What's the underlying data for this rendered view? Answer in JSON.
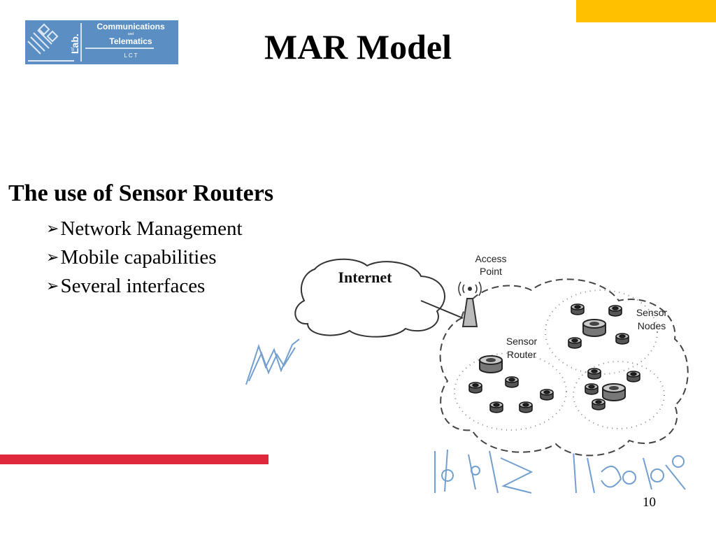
{
  "slide": {
    "title": "MAR Model",
    "heading": "The use of Sensor Routers",
    "bullets": [
      "Network Management",
      "Mobile capabilities",
      "Several interfaces"
    ],
    "bullet_marker": "arrow-bullet-icon",
    "number": "10"
  },
  "logo": {
    "line1": "Communications",
    "line2": "and",
    "line3": "Telematics",
    "line4": "L C T",
    "vertical_word": "Lab.",
    "vertical_small": "of"
  },
  "diagram": {
    "internet_label": "Internet",
    "access_point_line1": "Access",
    "access_point_line2": "Point",
    "sensor_router_line1": "Sensor",
    "sensor_router_line2": "Router",
    "sensor_nodes_line1": "Sensor",
    "sensor_nodes_line2": "Nodes"
  },
  "colors": {
    "corner_accent": "#ffc000",
    "divider": "#e0283c",
    "logo_background": "#5b8fc4",
    "scribble": "#5a8fc8"
  }
}
